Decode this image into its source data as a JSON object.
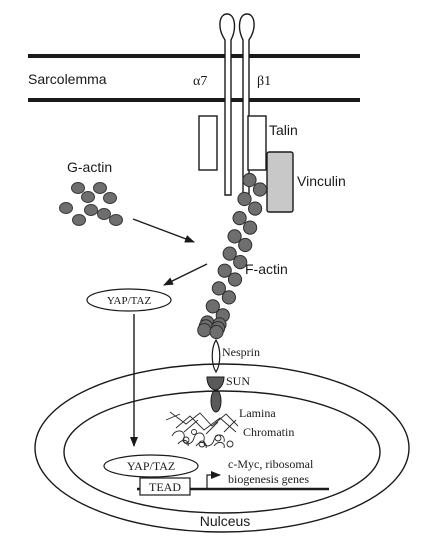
{
  "labels": {
    "sarcolemma": "Sarcolemma",
    "alpha7": "α7",
    "beta1": "β1",
    "talin": "Talin",
    "vinculin": "Vinculin",
    "g_actin": "G-actin",
    "f_actin": "F-actin",
    "yap_taz_cyto": "YAP/TAZ",
    "nesprin": "Nesprin",
    "sun": "SUN",
    "lamina": "Lamina",
    "chromatin": "Chromatin",
    "yap_taz_nuc": "YAP/TAZ",
    "tead": "TEAD",
    "genes_line1": "c-Myc, ribosomal",
    "genes_line2": "biogenesis genes",
    "nucleus": "Nulceus"
  },
  "colors": {
    "line": "#1a1a1a",
    "actin_bead": "#6e6e6e",
    "vinculin_fill": "#c8c8c8",
    "sun_fill": "#5a5a5a",
    "background": "#ffffff"
  }
}
